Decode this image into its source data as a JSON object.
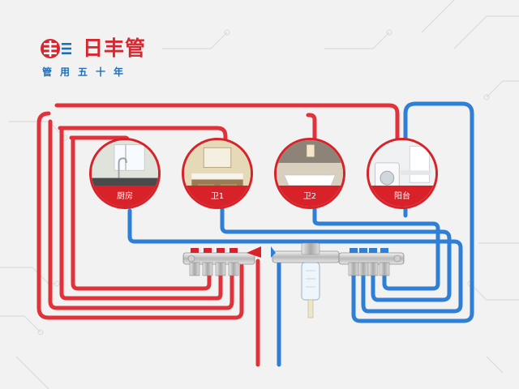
{
  "brand": {
    "name": "日丰管",
    "slogan": "管用五十年",
    "colors": {
      "red": "#d8262e",
      "blue": "#1f6fb8"
    }
  },
  "rooms": [
    {
      "id": "kitchen",
      "label": "厨房"
    },
    {
      "id": "bath1",
      "label": "卫1"
    },
    {
      "id": "bath2",
      "label": "卫2"
    },
    {
      "id": "balcony",
      "label": "阳台"
    }
  ],
  "pipes": {
    "hot_color": "#e0323a",
    "cold_color": "#2f7fd6"
  },
  "icons": [
    "logo-mark",
    "manifold-valve-icon",
    "filter-icon"
  ]
}
